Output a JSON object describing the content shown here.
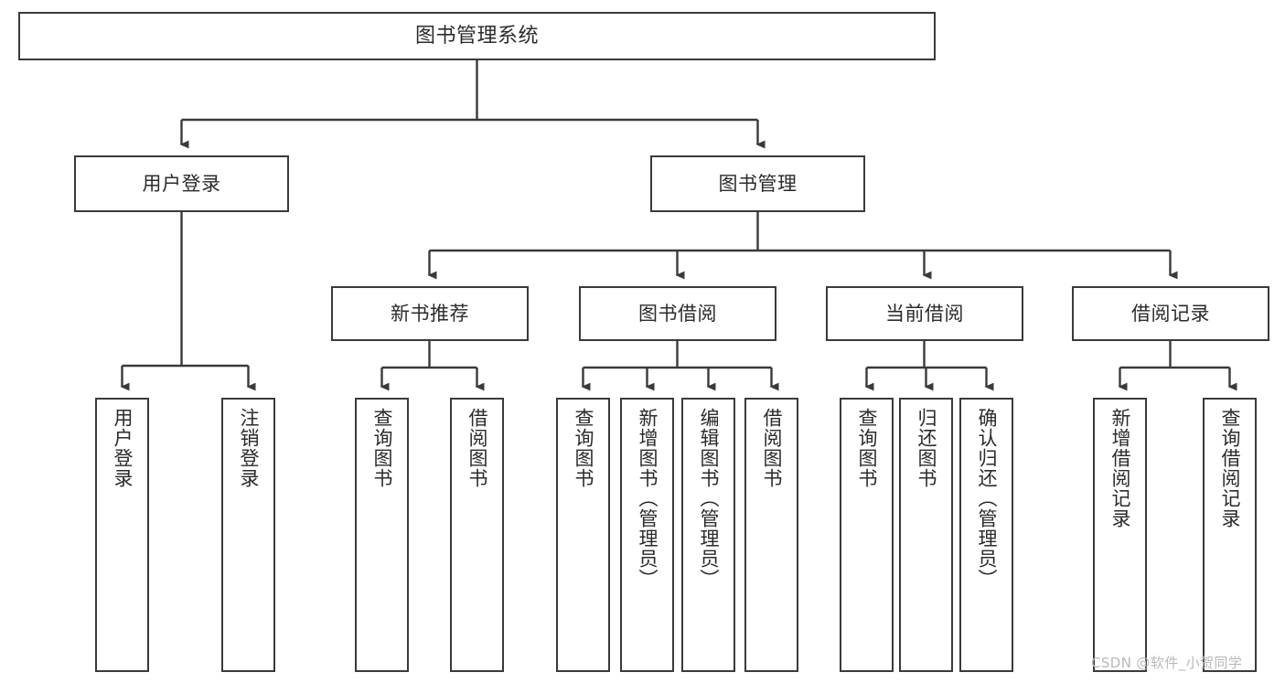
{
  "diagram": {
    "type": "tree",
    "title": "图书管理系统",
    "root": {
      "label": "图书管理系统"
    },
    "level2": [
      {
        "label": "用户登录"
      },
      {
        "label": "图书管理"
      }
    ],
    "level3": [
      {
        "label": "新书推荐"
      },
      {
        "label": "图书借阅"
      },
      {
        "label": "当前借阅"
      },
      {
        "label": "借阅记录"
      }
    ],
    "leaves": {
      "user_login": [
        {
          "label": "用户登录"
        },
        {
          "label": "注销登录"
        }
      ],
      "new_book_recommend": [
        {
          "label": "查询图书"
        },
        {
          "label": "借阅图书"
        }
      ],
      "book_borrow": [
        {
          "label": "查询图书"
        },
        {
          "label": "新增图书（管理员）"
        },
        {
          "label": "编辑图书（管理员）"
        },
        {
          "label": "借阅图书"
        }
      ],
      "current_borrow": [
        {
          "label": "查询图书"
        },
        {
          "label": "归还图书"
        },
        {
          "label": "确认归还（管理员）"
        }
      ],
      "borrow_record": [
        {
          "label": "新增借阅记录"
        },
        {
          "label": "查询借阅记录"
        }
      ]
    }
  },
  "watermark": {
    "text": "CSDN @软件_小贺同学"
  },
  "colors": {
    "border": "#3a3a3c",
    "text": "#2b2b2b",
    "background": "#ffffff",
    "watermark": "#b9b9b9"
  }
}
